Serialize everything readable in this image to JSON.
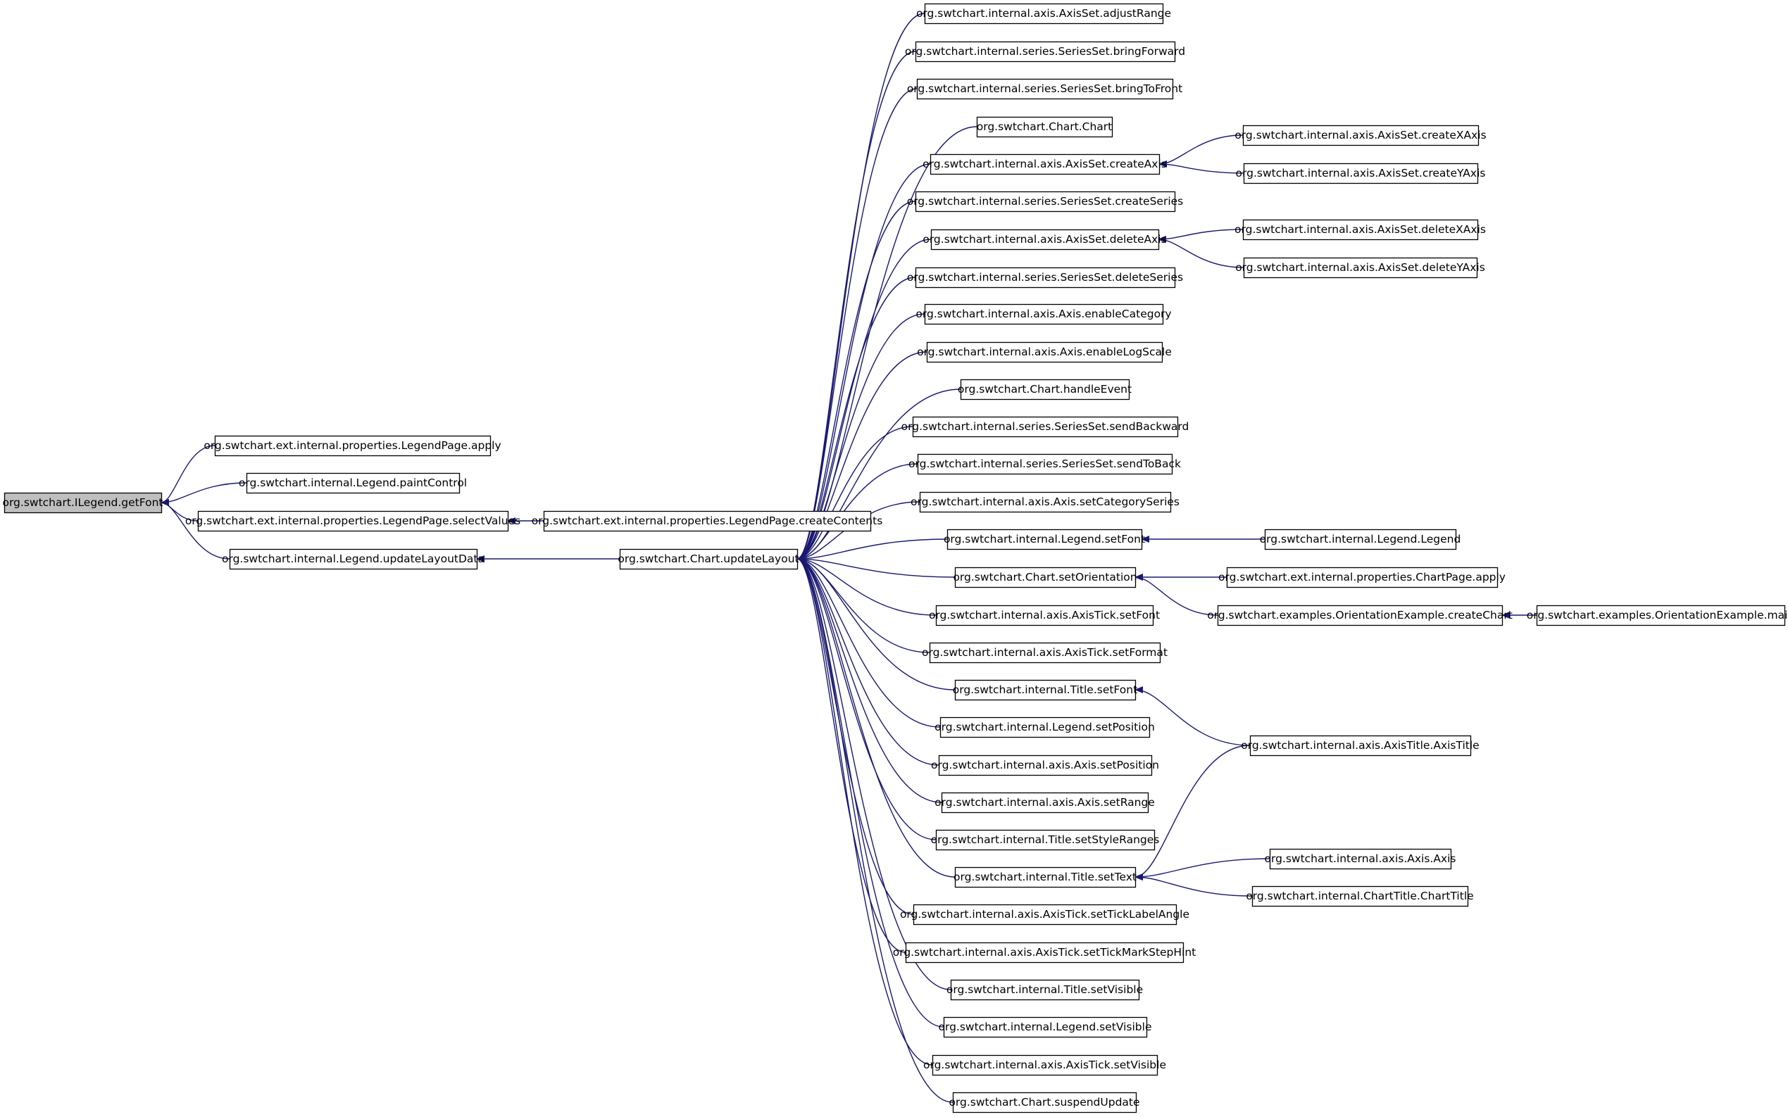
{
  "colors": {
    "edge": "#191970",
    "node_border": "#000000",
    "node_fill": "#ffffff",
    "root_fill": "#bfbfbf"
  },
  "nodes": [
    {
      "id": "getFont",
      "label": "org.swtchart.ILegend.getFont",
      "root": true
    },
    {
      "id": "lpApply",
      "label": "org.swtchart.ext.internal.properties.LegendPage.apply"
    },
    {
      "id": "paintControl",
      "label": "org.swtchart.internal.Legend.paintControl"
    },
    {
      "id": "selectValues",
      "label": "org.swtchart.ext.internal.properties.LegendPage.selectValues"
    },
    {
      "id": "updateLayoutData",
      "label": "org.swtchart.internal.Legend.updateLayoutData"
    },
    {
      "id": "createContents",
      "label": "org.swtchart.ext.internal.properties.LegendPage.createContents"
    },
    {
      "id": "updateLayout",
      "label": "org.swtchart.Chart.updateLayout"
    },
    {
      "id": "adjustRange",
      "label": "org.swtchart.internal.axis.AxisSet.adjustRange"
    },
    {
      "id": "bringForward",
      "label": "org.swtchart.internal.series.SeriesSet.bringForward"
    },
    {
      "id": "bringToFront",
      "label": "org.swtchart.internal.series.SeriesSet.bringToFront"
    },
    {
      "id": "chartChart",
      "label": "org.swtchart.Chart.Chart"
    },
    {
      "id": "createAxis",
      "label": "org.swtchart.internal.axis.AxisSet.createAxis"
    },
    {
      "id": "createSeries",
      "label": "org.swtchart.internal.series.SeriesSet.createSeries"
    },
    {
      "id": "deleteAxis",
      "label": "org.swtchart.internal.axis.AxisSet.deleteAxis"
    },
    {
      "id": "deleteSeries",
      "label": "org.swtchart.internal.series.SeriesSet.deleteSeries"
    },
    {
      "id": "enableCategory",
      "label": "org.swtchart.internal.axis.Axis.enableCategory"
    },
    {
      "id": "enableLogScale",
      "label": "org.swtchart.internal.axis.Axis.enableLogScale"
    },
    {
      "id": "handleEvent",
      "label": "org.swtchart.Chart.handleEvent"
    },
    {
      "id": "sendBackward",
      "label": "org.swtchart.internal.series.SeriesSet.sendBackward"
    },
    {
      "id": "sendToBack",
      "label": "org.swtchart.internal.series.SeriesSet.sendToBack"
    },
    {
      "id": "setCategorySeries",
      "label": "org.swtchart.internal.axis.Axis.setCategorySeries"
    },
    {
      "id": "legendSetFont",
      "label": "org.swtchart.internal.Legend.setFont"
    },
    {
      "id": "setOrientation",
      "label": "org.swtchart.Chart.setOrientation"
    },
    {
      "id": "tickSetFont",
      "label": "org.swtchart.internal.axis.AxisTick.setFont"
    },
    {
      "id": "tickSetFormat",
      "label": "org.swtchart.internal.axis.AxisTick.setFormat"
    },
    {
      "id": "titleSetFont",
      "label": "org.swtchart.internal.Title.setFont"
    },
    {
      "id": "legendSetPosition",
      "label": "org.swtchart.internal.Legend.setPosition"
    },
    {
      "id": "axisSetPosition",
      "label": "org.swtchart.internal.axis.Axis.setPosition"
    },
    {
      "id": "axisSetRange",
      "label": "org.swtchart.internal.axis.Axis.setRange"
    },
    {
      "id": "setStyleRanges",
      "label": "org.swtchart.internal.Title.setStyleRanges"
    },
    {
      "id": "titleSetText",
      "label": "org.swtchart.internal.Title.setText"
    },
    {
      "id": "setTickLabelAngle",
      "label": "org.swtchart.internal.axis.AxisTick.setTickLabelAngle"
    },
    {
      "id": "setTickMarkStepHint",
      "label": "org.swtchart.internal.axis.AxisTick.setTickMarkStepHint"
    },
    {
      "id": "titleSetVisible",
      "label": "org.swtchart.internal.Title.setVisible"
    },
    {
      "id": "legendSetVisible",
      "label": "org.swtchart.internal.Legend.setVisible"
    },
    {
      "id": "tickSetVisible",
      "label": "org.swtchart.internal.axis.AxisTick.setVisible"
    },
    {
      "id": "suspendUpdate",
      "label": "org.swtchart.Chart.suspendUpdate"
    },
    {
      "id": "createXAxis",
      "label": "org.swtchart.internal.axis.AxisSet.createXAxis"
    },
    {
      "id": "createYAxis",
      "label": "org.swtchart.internal.axis.AxisSet.createYAxis"
    },
    {
      "id": "deleteXAxis",
      "label": "org.swtchart.internal.axis.AxisSet.deleteXAxis"
    },
    {
      "id": "deleteYAxis",
      "label": "org.swtchart.internal.axis.AxisSet.deleteYAxis"
    },
    {
      "id": "legendLegend",
      "label": "org.swtchart.internal.Legend.Legend"
    },
    {
      "id": "chartPageApply",
      "label": "org.swtchart.ext.internal.properties.ChartPage.apply"
    },
    {
      "id": "oeCreateChart",
      "label": "org.swtchart.examples.OrientationExample.createChart"
    },
    {
      "id": "oeMain",
      "label": "org.swtchart.examples.OrientationExample.main"
    },
    {
      "id": "axisTitle",
      "label": "org.swtchart.internal.axis.AxisTitle.AxisTitle"
    },
    {
      "id": "axisAxis",
      "label": "org.swtchart.internal.axis.Axis.Axis"
    },
    {
      "id": "chartTitle",
      "label": "org.swtchart.internal.ChartTitle.ChartTitle"
    }
  ],
  "edges": [
    {
      "from": "lpApply",
      "to": "getFont"
    },
    {
      "from": "paintControl",
      "to": "getFont"
    },
    {
      "from": "selectValues",
      "to": "getFont"
    },
    {
      "from": "updateLayoutData",
      "to": "getFont"
    },
    {
      "from": "createContents",
      "to": "selectValues"
    },
    {
      "from": "updateLayout",
      "to": "updateLayoutData"
    },
    {
      "from": "adjustRange",
      "to": "updateLayout"
    },
    {
      "from": "bringForward",
      "to": "updateLayout"
    },
    {
      "from": "bringToFront",
      "to": "updateLayout"
    },
    {
      "from": "chartChart",
      "to": "updateLayout"
    },
    {
      "from": "createAxis",
      "to": "updateLayout"
    },
    {
      "from": "createSeries",
      "to": "updateLayout"
    },
    {
      "from": "deleteAxis",
      "to": "updateLayout"
    },
    {
      "from": "deleteSeries",
      "to": "updateLayout"
    },
    {
      "from": "enableCategory",
      "to": "updateLayout"
    },
    {
      "from": "enableLogScale",
      "to": "updateLayout"
    },
    {
      "from": "handleEvent",
      "to": "updateLayout"
    },
    {
      "from": "sendBackward",
      "to": "updateLayout"
    },
    {
      "from": "sendToBack",
      "to": "updateLayout"
    },
    {
      "from": "setCategorySeries",
      "to": "updateLayout"
    },
    {
      "from": "legendSetFont",
      "to": "updateLayout"
    },
    {
      "from": "setOrientation",
      "to": "updateLayout"
    },
    {
      "from": "tickSetFont",
      "to": "updateLayout"
    },
    {
      "from": "tickSetFormat",
      "to": "updateLayout"
    },
    {
      "from": "titleSetFont",
      "to": "updateLayout"
    },
    {
      "from": "legendSetPosition",
      "to": "updateLayout"
    },
    {
      "from": "axisSetPosition",
      "to": "updateLayout"
    },
    {
      "from": "axisSetRange",
      "to": "updateLayout"
    },
    {
      "from": "setStyleRanges",
      "to": "updateLayout"
    },
    {
      "from": "titleSetText",
      "to": "updateLayout"
    },
    {
      "from": "setTickLabelAngle",
      "to": "updateLayout"
    },
    {
      "from": "setTickMarkStepHint",
      "to": "updateLayout"
    },
    {
      "from": "titleSetVisible",
      "to": "updateLayout"
    },
    {
      "from": "legendSetVisible",
      "to": "updateLayout"
    },
    {
      "from": "tickSetVisible",
      "to": "updateLayout"
    },
    {
      "from": "suspendUpdate",
      "to": "updateLayout"
    },
    {
      "from": "createXAxis",
      "to": "createAxis"
    },
    {
      "from": "createYAxis",
      "to": "createAxis"
    },
    {
      "from": "deleteXAxis",
      "to": "deleteAxis"
    },
    {
      "from": "deleteYAxis",
      "to": "deleteAxis"
    },
    {
      "from": "legendLegend",
      "to": "legendSetFont"
    },
    {
      "from": "chartPageApply",
      "to": "setOrientation"
    },
    {
      "from": "oeCreateChart",
      "to": "setOrientation"
    },
    {
      "from": "oeMain",
      "to": "oeCreateChart"
    },
    {
      "from": "axisTitle",
      "to": "titleSetFont"
    },
    {
      "from": "axisTitle",
      "to": "titleSetText"
    },
    {
      "from": "axisAxis",
      "to": "titleSetText"
    },
    {
      "from": "chartTitle",
      "to": "titleSetText"
    }
  ]
}
